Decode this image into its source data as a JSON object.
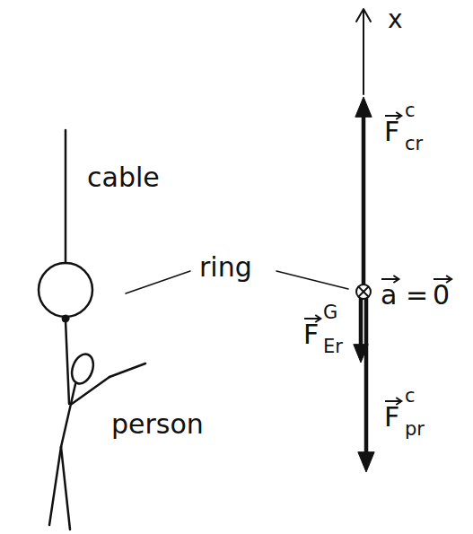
{
  "diagram": {
    "labels": [
      "cable",
      "ring",
      "person",
      "x",
      "F",
      "c",
      "cr",
      "a",
      "=",
      "0",
      "F",
      "G",
      "Er",
      "F",
      "c",
      "pr"
    ]
  }
}
